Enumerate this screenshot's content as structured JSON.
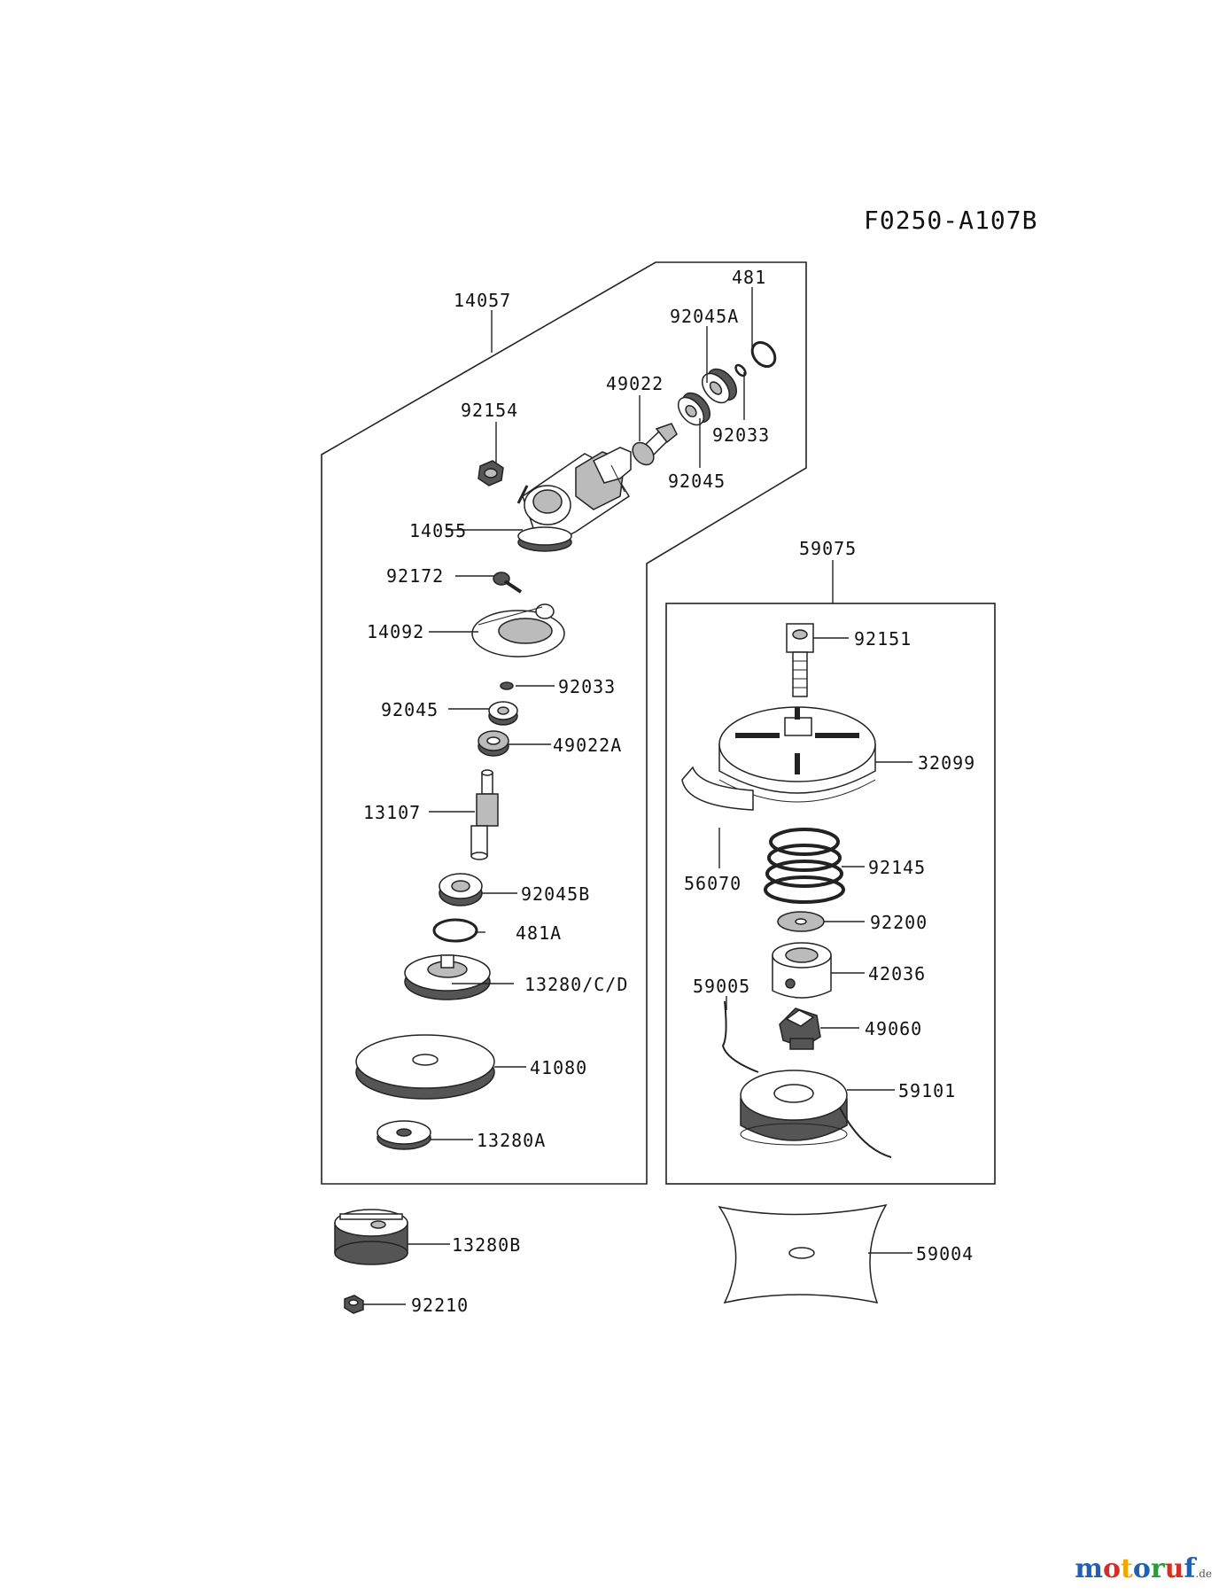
{
  "diagram_code": "F0250-A107B",
  "labels": {
    "p14057": "14057",
    "p481": "481",
    "p92045A": "92045A",
    "p49022": "49022",
    "p92154": "92154",
    "p92033a": "92033",
    "p92045a": "92045",
    "p14055": "14055",
    "p92172": "92172",
    "p14092": "14092",
    "p92033b": "92033",
    "p92045b": "92045",
    "p49022A": "49022A",
    "p13107": "13107",
    "p92045B": "92045B",
    "p481A": "481A",
    "p13280CD": "13280/C/D",
    "p41080": "41080",
    "p13280A": "13280A",
    "p13280B": "13280B",
    "p92210": "92210",
    "p59075": "59075",
    "p92151": "92151",
    "p32099": "32099",
    "p56070": "56070",
    "p92145": "92145",
    "p92200": "92200",
    "p42036": "42036",
    "p59005": "59005",
    "p49060": "49060",
    "p59101": "59101",
    "p59004": "59004"
  },
  "watermark": {
    "letters": [
      "m",
      "o",
      "t",
      "o",
      "r",
      "u",
      "f"
    ],
    "tld": ".de",
    "colors": [
      "#1f5fb4",
      "#d22f27",
      "#f0a800",
      "#1f5fb4",
      "#2d9a3f",
      "#d22f27",
      "#1f5fb4"
    ]
  }
}
